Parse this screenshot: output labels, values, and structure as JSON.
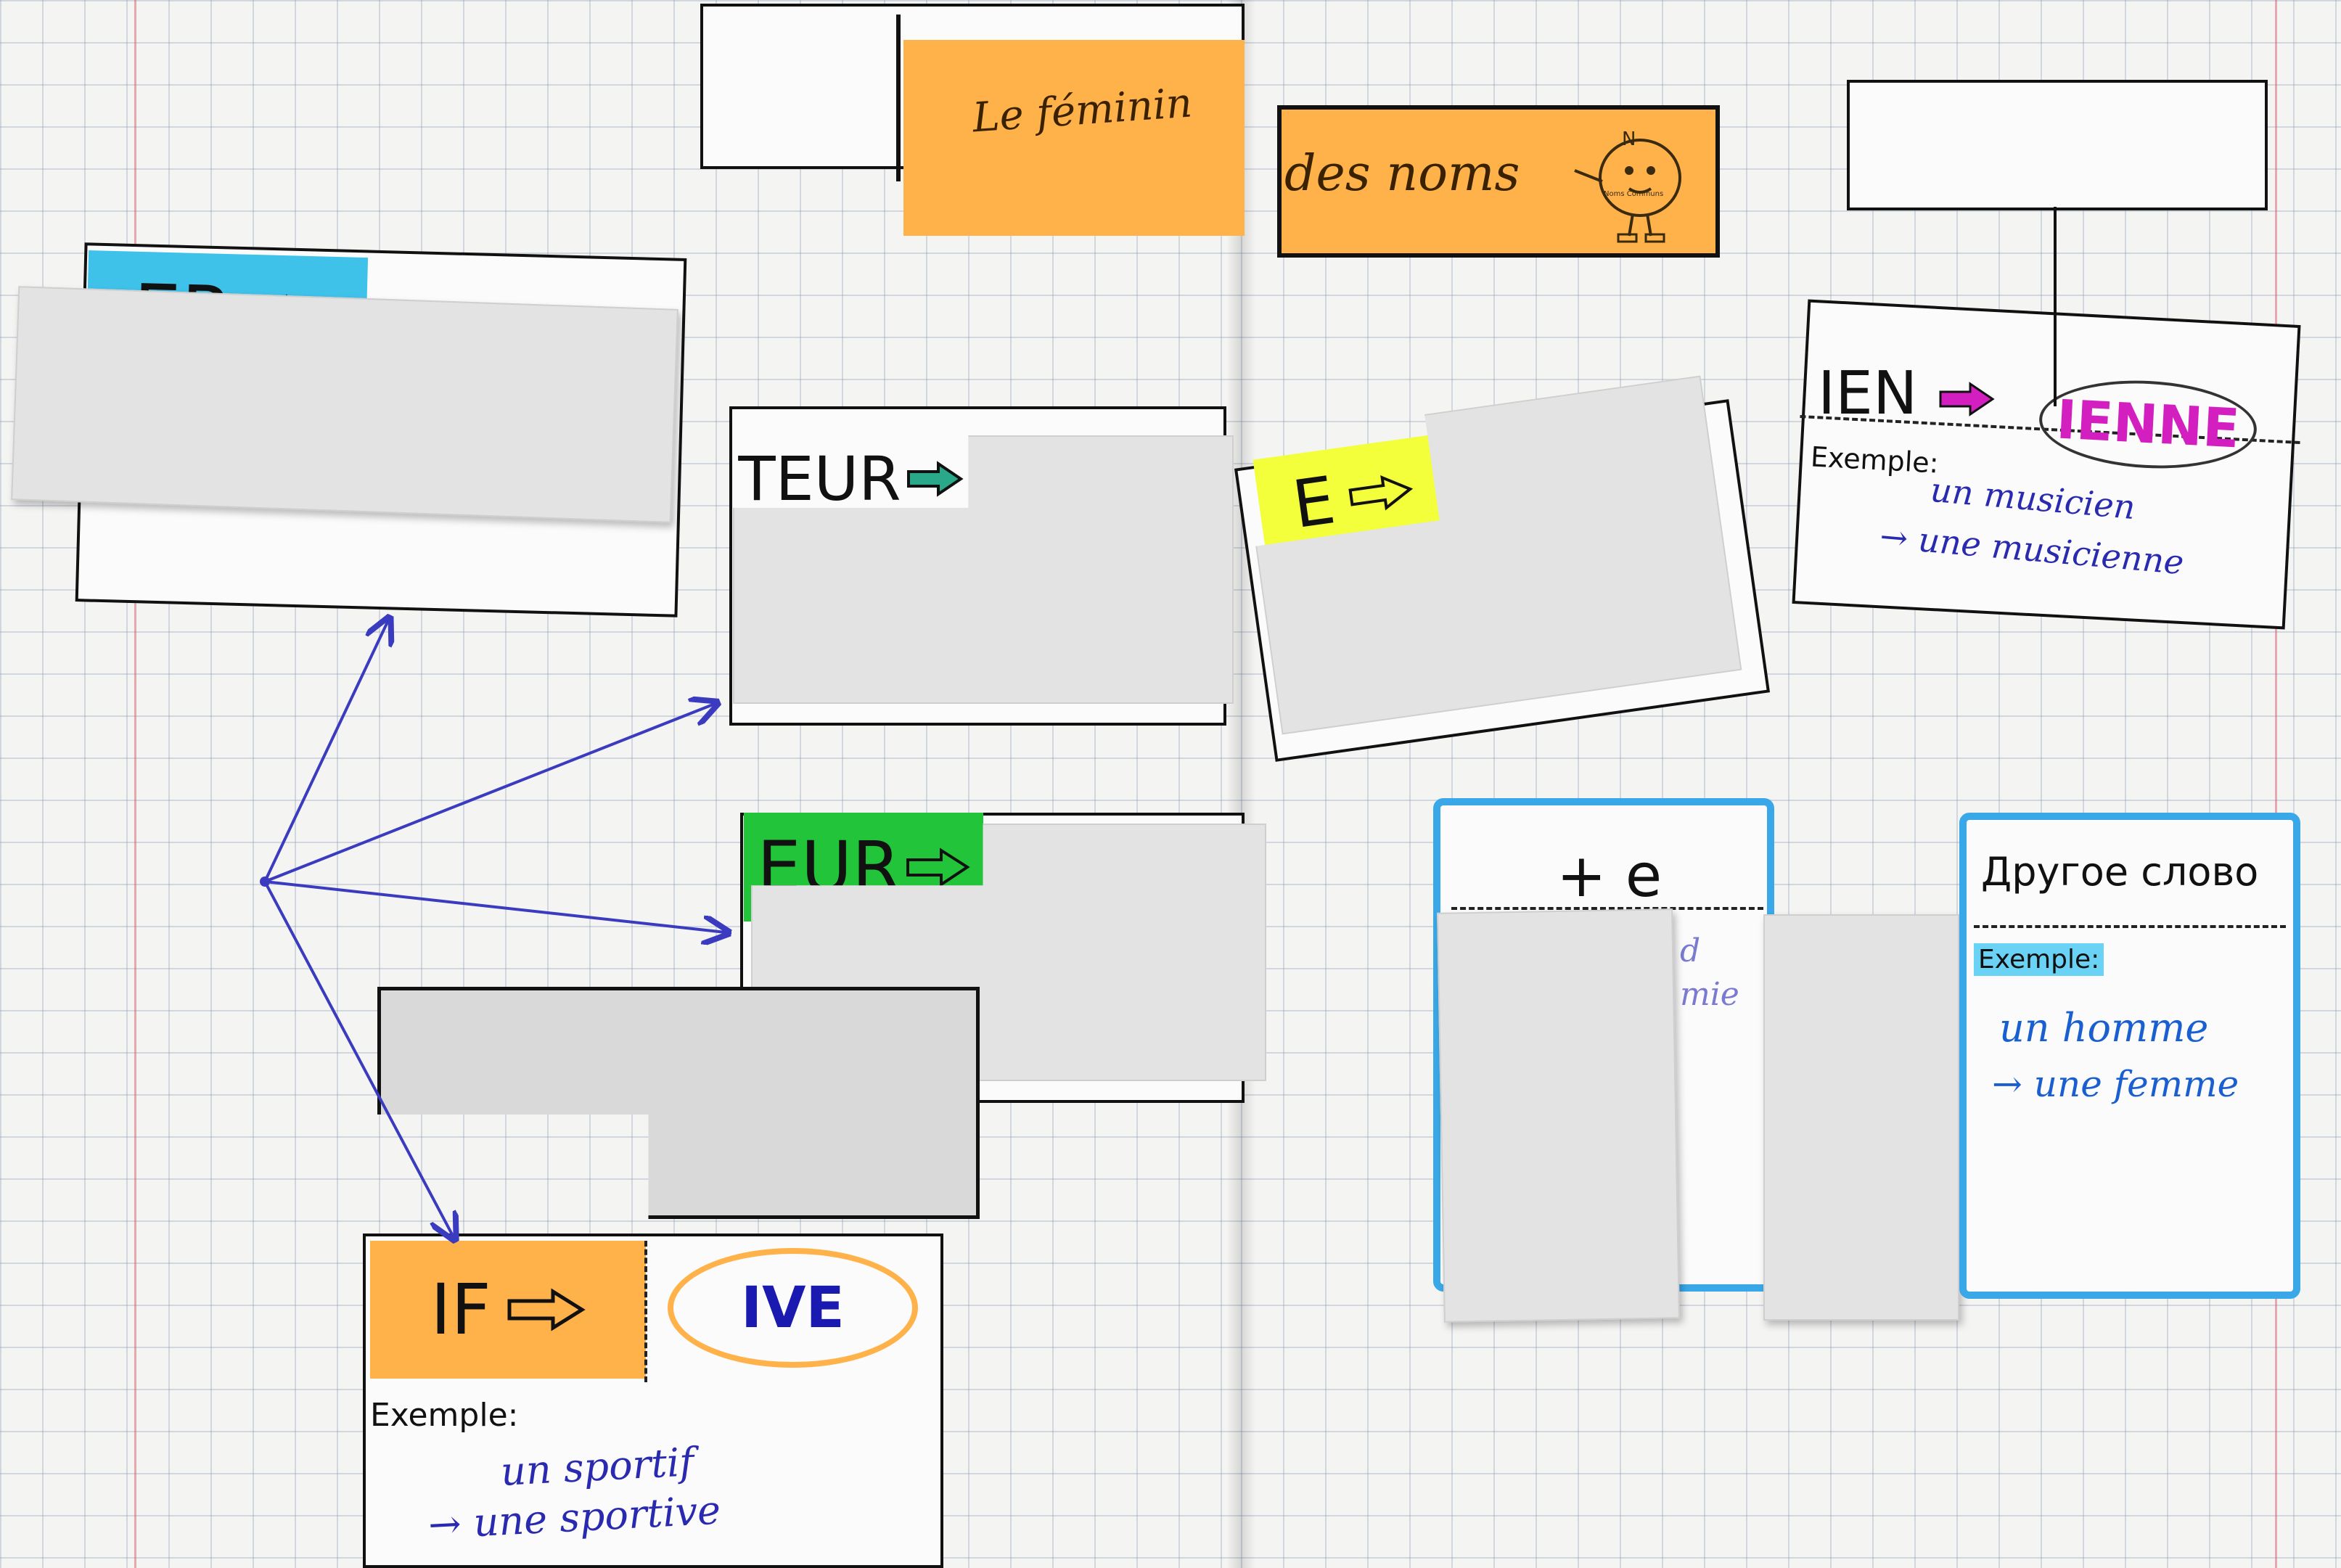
{
  "title": {
    "part1": "Le féminin",
    "part2": "des noms"
  },
  "mascot": {
    "icon": "mascot-icon",
    "caption": "Noms Communs"
  },
  "cards": {
    "er": {
      "label": "ER",
      "color": "#3fc2ea"
    },
    "teur": {
      "label": "TEUR"
    },
    "e": {
      "label": "E",
      "color": "#f2ff3a"
    },
    "eur": {
      "label": "EUR",
      "color": "#22c43a"
    },
    "ien": {
      "label": "IEN",
      "result": "IENNE",
      "example_label": "Exemple:",
      "example_line1": "un musicien",
      "example_line2": "→ une musicienne"
    },
    "if": {
      "label": "IF",
      "result": "IVE",
      "example_label": "Exemple:",
      "example_line1": "un sportif",
      "example_line2": "→ une sportive"
    },
    "plus_e": {
      "label": "+ e",
      "hidden1": "d",
      "hidden2": "mie"
    },
    "autre": {
      "label": "Другое слово",
      "example_label": "Exemple:",
      "example_line1": "un homme",
      "example_line2": "→ une femme"
    }
  },
  "colors": {
    "orange": "#ffb24a",
    "blue_marker": "#3aa8e8",
    "magenta": "#d31fc0",
    "ink": "#2a2ab0"
  }
}
